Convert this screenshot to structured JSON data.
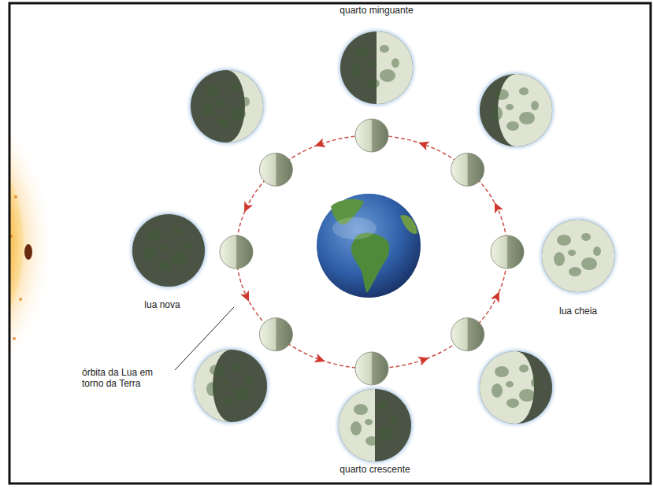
{
  "diagram": {
    "labels": [
      "quarto minguante",
      "lua nova",
      "lua cheia",
      "órbita da Lua em torno da Terra",
      "quarto crescente"
    ]
  }
}
